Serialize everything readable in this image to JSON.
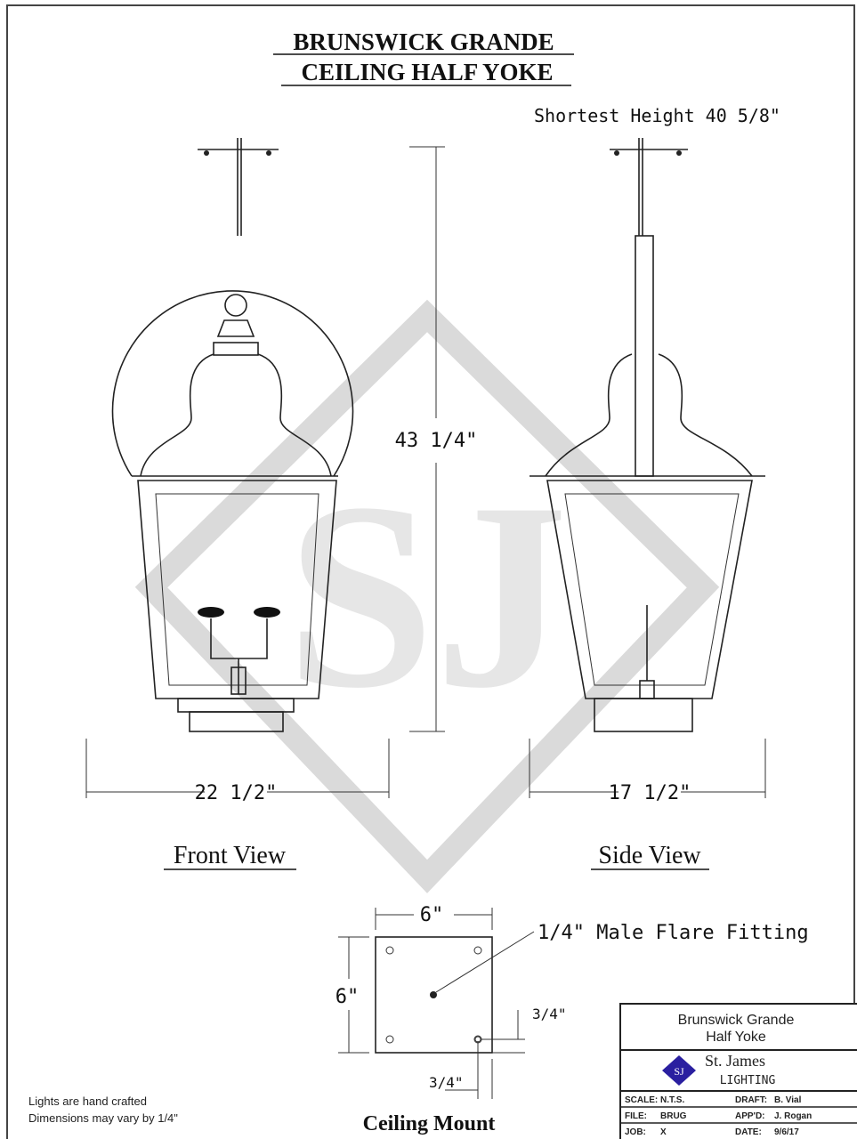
{
  "title": {
    "line1": "BRUNSWICK GRANDE",
    "line2": "CEILING HALF YOKE"
  },
  "shortest_height": "Shortest  Height  40  5/8\"",
  "dimensions": {
    "height": "43 1/4\"",
    "front_width": "22 1/2\"",
    "side_width": "17 1/2\"",
    "mount_top": "6\"",
    "mount_left": "6\"",
    "mount_right": "3/4\"",
    "mount_bottom": "3/4\""
  },
  "labels": {
    "front_view": "Front View",
    "side_view": "Side View",
    "ceiling_mount": "Ceiling Mount",
    "fitting": "1/4\"  Male  Flare  Fitting"
  },
  "notes": {
    "line1": "Lights are hand crafted",
    "line2": "Dimensions may vary by 1/4\""
  },
  "title_block": {
    "name_line1": "Brunswick Grande",
    "name_line2": "Half Yoke",
    "company": "St. James",
    "company_sub": "LIGHTING",
    "logo_text": "SJ",
    "scale_label": "SCALE:",
    "scale": "N.T.S.",
    "draft_label": "DRAFT:",
    "draft": "B. Vial",
    "file_label": "FILE:",
    "file": "BRUG",
    "approved_label": "APP'D:",
    "approved": "J. Rogan",
    "job_label": "JOB:",
    "job": "X",
    "date_label": "DATE:",
    "date": "9/6/17"
  },
  "watermark": "SJ",
  "colors": {
    "logo": "#2a1fa0"
  }
}
